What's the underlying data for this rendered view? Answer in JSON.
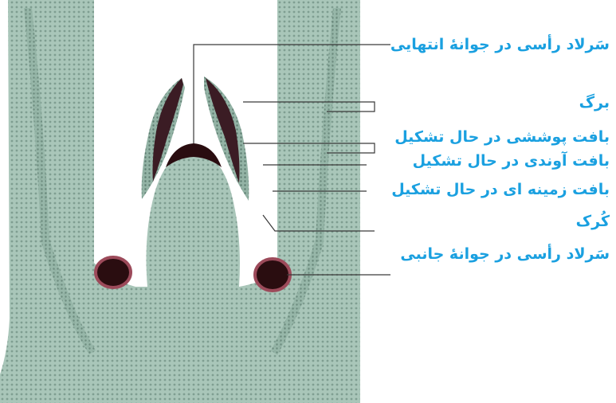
{
  "colors": {
    "label": "#1aa0e0",
    "leader": "#3a3a3a",
    "tissue": "#9fbdb0",
    "tissue_dark": "#6e8e82",
    "meristem": "#2a0d10",
    "meristem_edge": "#9c4a5a",
    "background": "#ffffff"
  },
  "labels": {
    "apical_meristem_terminal_bud": "سَرلاد رأسی در جوانهٔ انتهایی",
    "leaf": "برگ",
    "protoderm": "بافت پوششی در حال تشکیل",
    "procambium": "بافت آوندی در حال تشکیل",
    "ground_meristem": "بافت زمینه ای در حال تشکیل",
    "trichome": "کُرک",
    "apical_meristem_axillary_bud": "سَرلاد رأسی در جوانهٔ جانبی"
  }
}
